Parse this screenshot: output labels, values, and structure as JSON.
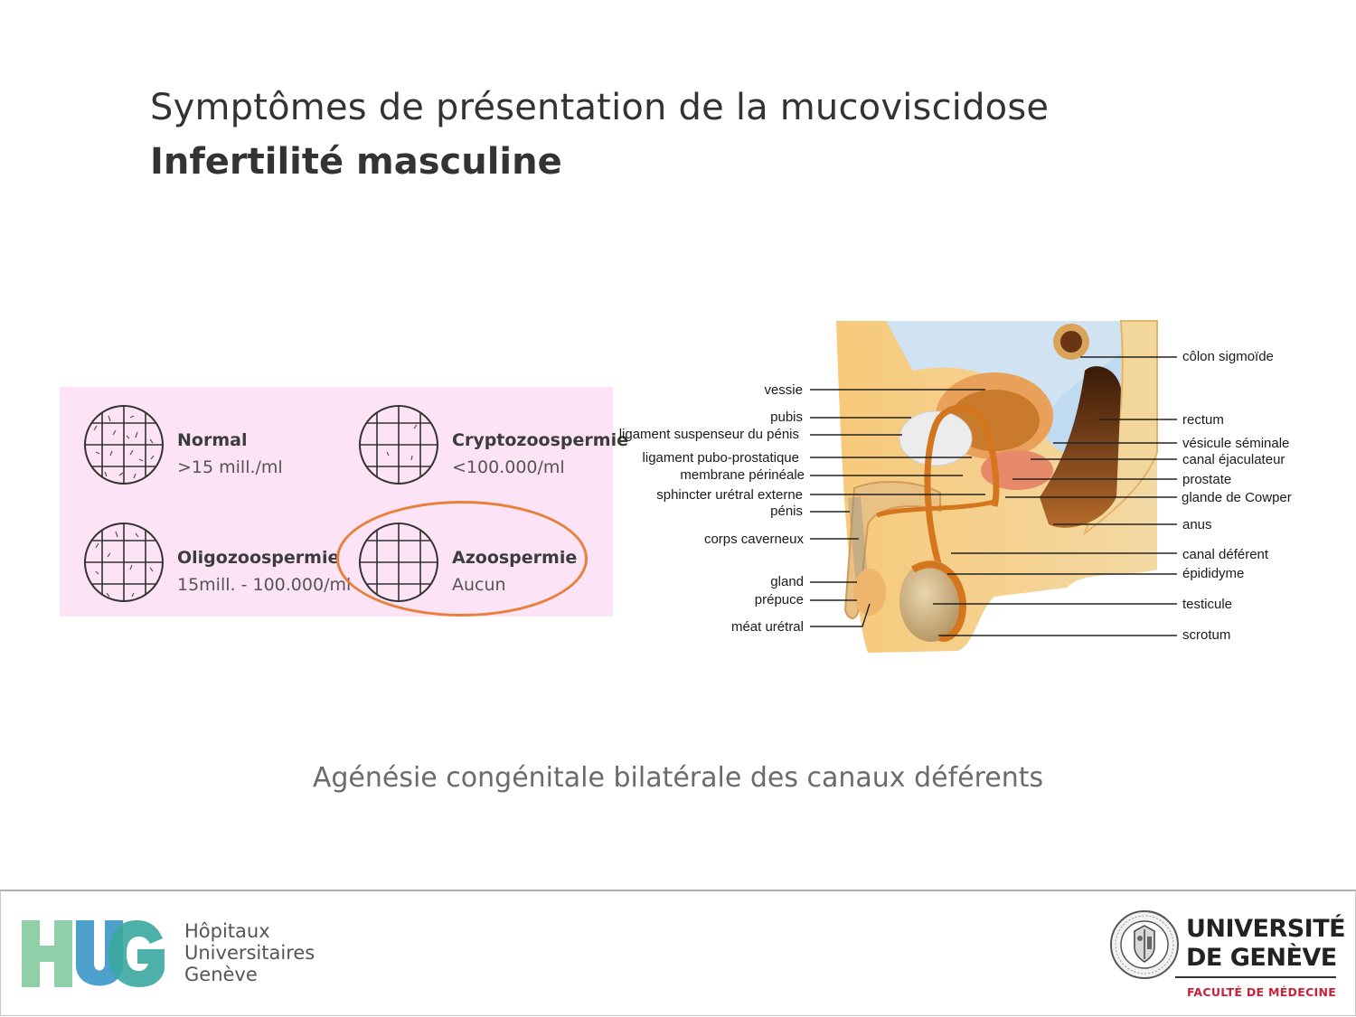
{
  "slide": {
    "title_line1": "Symptômes de présentation de la mucoviscidose",
    "title_line2": "Infertilité masculine",
    "caption": "Agénésie congénitale bilatérale des canaux déférents"
  },
  "sperm_categories": [
    {
      "name": "Normal",
      "value": ">15 mill./ml"
    },
    {
      "name": "Cryptozoospermie",
      "value": "<100.000/ml"
    },
    {
      "name": "Oligozoospermie",
      "value": "15mill. - 100.000/ml"
    },
    {
      "name": "Azoospermie",
      "value": "Aucun"
    }
  ],
  "highlighted_category": "Azoospermie",
  "anatomy_labels": {
    "left": [
      "vessie",
      "pubis",
      "ligament suspenseur du pénis",
      "ligament pubo-prostatique",
      "membrane périnéale",
      "sphincter urétral externe",
      "pénis",
      "corps caverneux",
      "gland",
      "prépuce",
      "méat urétral"
    ],
    "right": [
      "côlon sigmoïde",
      "rectum",
      "vésicule séminale",
      "canal éjaculateur",
      "prostate",
      "glande de Cowper",
      "anus",
      "canal déférent",
      "épididyme",
      "testicule",
      "scrotum"
    ]
  },
  "footer": {
    "hug_logo_letters": "HUG",
    "hug_line1": "Hôpitaux",
    "hug_line2": "Universitaires",
    "hug_line3": "Genève",
    "unige_line1": "UNIVERSITÉ",
    "unige_line2": "DE GENÈVE",
    "unige_faculty": "FACULTÉ DE MÉDECINE"
  },
  "colors": {
    "panel_bg": "#fce4f6",
    "highlight": "#e8803a",
    "title": "#333333",
    "caption": "#6b6b6b",
    "faculty_red": "#c8213a",
    "hug_teal": "#3aa8a0",
    "hug_green": "#8fd0a8",
    "hug_blue": "#2f8fc4"
  }
}
